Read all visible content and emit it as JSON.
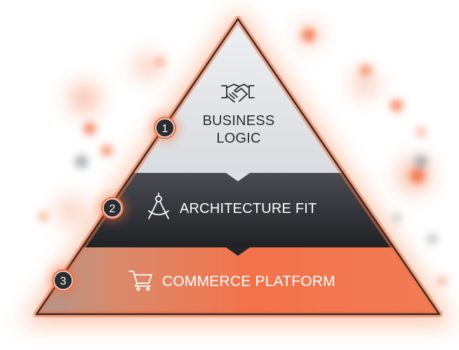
{
  "pyramid": {
    "tiers": [
      {
        "number": "1",
        "label_line1": "BUSINESS",
        "label_line2": "LOGIC",
        "icon": "handshake-icon"
      },
      {
        "number": "2",
        "label": "ARCHITECTURE FIT",
        "icon": "drafting-compass-icon"
      },
      {
        "number": "3",
        "label": "COMMERCE PLATFORM",
        "icon": "shopping-cart-icon"
      }
    ]
  },
  "colors": {
    "accent": "#f36d3f",
    "tier1_fill": "#e4e6e9",
    "tier2_fill": "#2c2e33",
    "tier3_fill": "#f0744a",
    "outline": "#2b2b2b"
  }
}
